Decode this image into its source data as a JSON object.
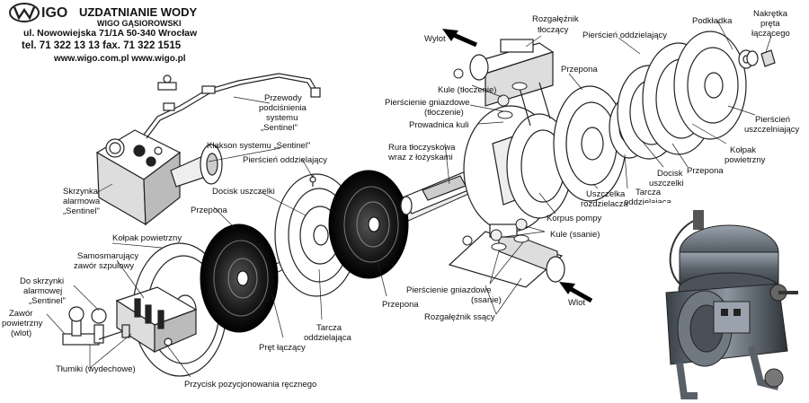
{
  "header": {
    "logo_text": "IGO",
    "company": "UZDATNIANIE WODY",
    "owner": "WIGO GĄSIOROWSKI",
    "address": "ul. Nowowiejska 71/1A 50-340 Wrocław",
    "phones": "tel. 71 322 13 13  fax. 71 322 1515",
    "web": "www.wigo.com.pl  www.wigo.pl"
  },
  "labels": {
    "wylot": "Wylot",
    "wlot": "Wlot",
    "rozgaleznik_tloczacy_1": "Rozgałęźnik",
    "rozgaleznik_tloczacy_2": "tłoczący",
    "pierscien_oddz_right": "Pierścień oddzielający",
    "podkladka": "Podkładka",
    "nakretka_1": "Nakrętka",
    "nakretka_2": "pręta",
    "nakretka_3": "łączącego",
    "przepona_right": "Przepona",
    "kule_tloczenie": "Kule (tłoczenie)",
    "pierscienie_gn_tl_1": "Pierścienie gniazdowe",
    "pierscienie_gn_tl_2": "(tłoczenie)",
    "prowadnica": "Prowadnica kuli",
    "rura_1": "Rura tłoczyskowa",
    "rura_2": "wraz z łożyskami",
    "pierscien_usz_1": "Pierścień",
    "pierscien_usz_2": "uszczelniający",
    "kolpak_right_1": "Kołpak",
    "kolpak_right_2": "powietrzny",
    "przepona_right2": "Przepona",
    "docisk_right_1": "Docisk",
    "docisk_right_2": "uszczelki",
    "tarcza_right_1": "Tarcza",
    "tarcza_right_2": "oddzielająca",
    "uszczelka_1": "Uszczelka",
    "uszczelka_2": "rozdzielacza",
    "korpus": "Korpus pompy",
    "kule_ssanie": "Kule (ssanie)",
    "pierscienie_gn_ss_1": "Pierścienie gniazdowe",
    "pierscienie_gn_ss_2": "(ssanie)",
    "rozgaleznik_ssacy": "Rozgałęźnik ssący",
    "przewody_1": "Przewody",
    "przewody_2": "podciśnienia",
    "przewody_3": "systemu",
    "przewody_4": "„Sentinel\"",
    "klakson": "Klakson systemu „Sentinel\"",
    "pierscien_oddz_left": "Pierścień oddzielający",
    "docisk_left": "Docisk uszczelki",
    "przepona_left": "Przepona",
    "skrzynka_1": "Skrzynka",
    "skrzynka_2": "alarmowa",
    "skrzynka_3": "„Sentinel\"",
    "kolpak_left": "Kołpak powietrzny",
    "samosm_1": "Samosmarujący",
    "samosm_2": "zawór szpulowy",
    "do_skrzynki_1": "Do skrzynki",
    "do_skrzynki_2": "alarmowej",
    "do_skrzynki_3": "„Sentinel\"",
    "zawor_1": "Zawór",
    "zawor_2": "powietrzny",
    "zawor_3": "(wlot)",
    "tlumiki": "Tłumiki (wydechowe)",
    "pret": "Pręt łączący",
    "tarcza_left_1": "Tarcza",
    "tarcza_left_2": "oddzielająca",
    "przepona_center": "Przepona",
    "przycisk": "Przycisk pozycjonowania ręcznego"
  }
}
